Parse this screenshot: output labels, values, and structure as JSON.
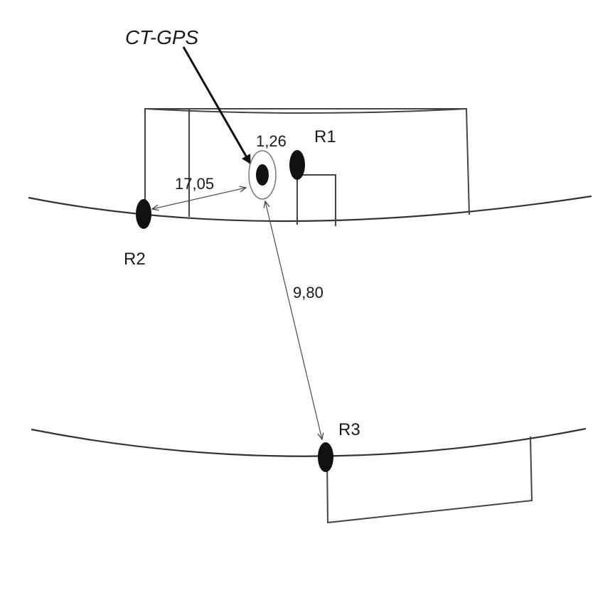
{
  "title": "CT-GPS",
  "points": {
    "r1": "R1",
    "r2": "R2",
    "r3": "R3"
  },
  "measurements": {
    "gps_to_r1": "1,26",
    "gps_to_r2": "17,05",
    "gps_to_r3": "9,80"
  },
  "colors": {
    "line": "#444444",
    "marker": "#111111"
  }
}
